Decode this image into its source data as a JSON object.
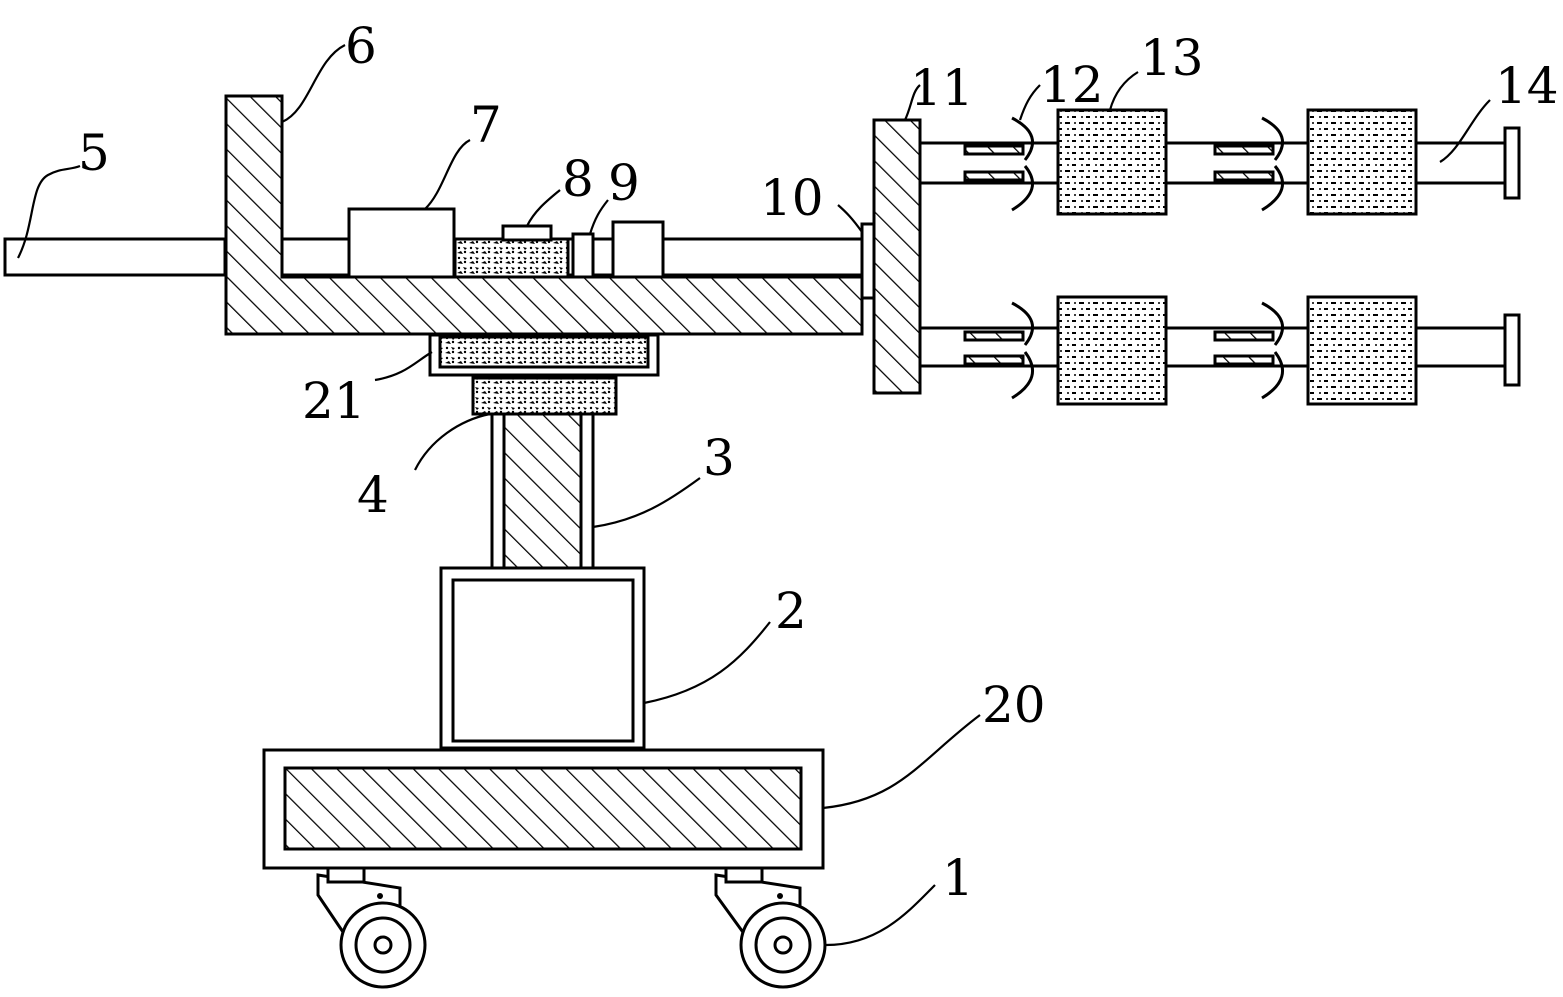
{
  "labels": {
    "l1": "1",
    "l2": "2",
    "l3": "3",
    "l4": "4",
    "l5": "5",
    "l6": "6",
    "l7": "7",
    "l8": "8",
    "l9": "9",
    "l10": "10",
    "l11": "11",
    "l12": "12",
    "l13": "13",
    "l14": "14",
    "l20": "20",
    "l21": "21"
  }
}
